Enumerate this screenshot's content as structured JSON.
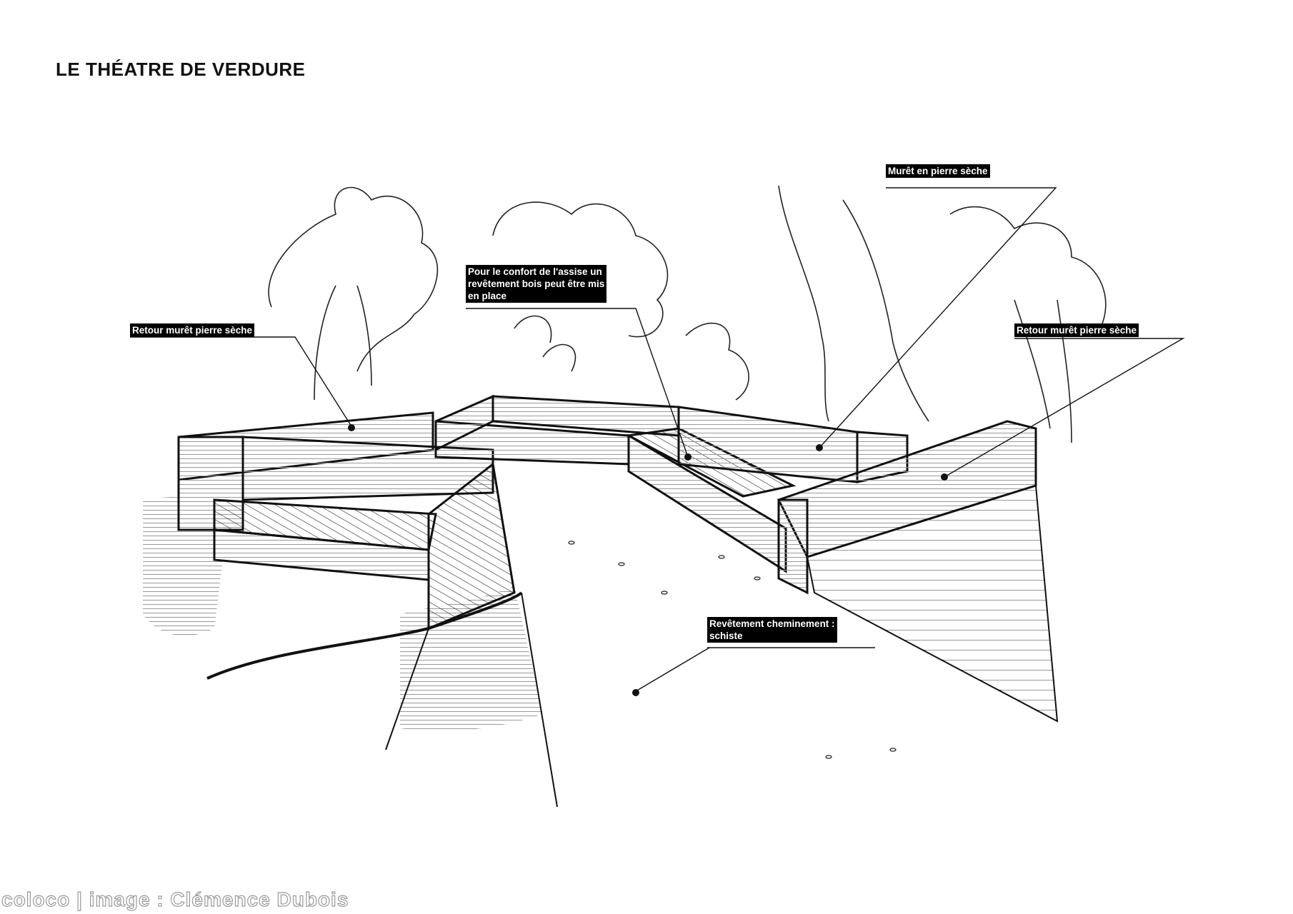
{
  "page": {
    "title": "LE THÉATRE DE VERDURE",
    "credit": "coloco | image : Clémence Dubois"
  },
  "annotations": {
    "retour_left": "Retour murêt pierre sèche",
    "confort": [
      "Pour le confort de l'assise un",
      "revêtement bois peut être mis",
      "en place"
    ],
    "muret": "Murêt en pierre sèche",
    "retour_right": "Retour murêt pierre sèche",
    "revetement": [
      "Revêtement cheminement :",
      "schiste"
    ]
  },
  "colors": {
    "ink": "#111111",
    "label_bg": "#000000",
    "label_text": "#ffffff",
    "shade": "#9a9a9a"
  }
}
